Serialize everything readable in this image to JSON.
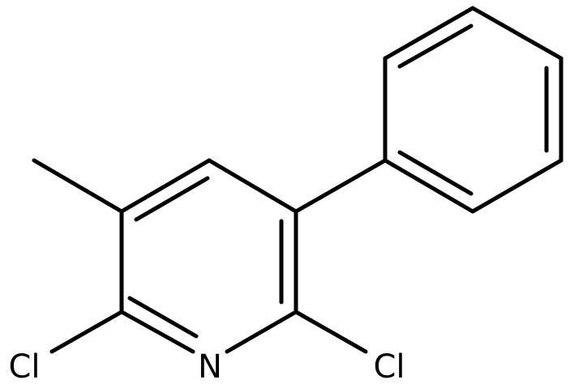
{
  "molecule": {
    "atoms": {
      "n1": "N",
      "cl2": "Cl",
      "cl6": "Cl"
    },
    "colors": {
      "bond": "#000000",
      "label": "#000000",
      "background": "#ffffff"
    }
  }
}
